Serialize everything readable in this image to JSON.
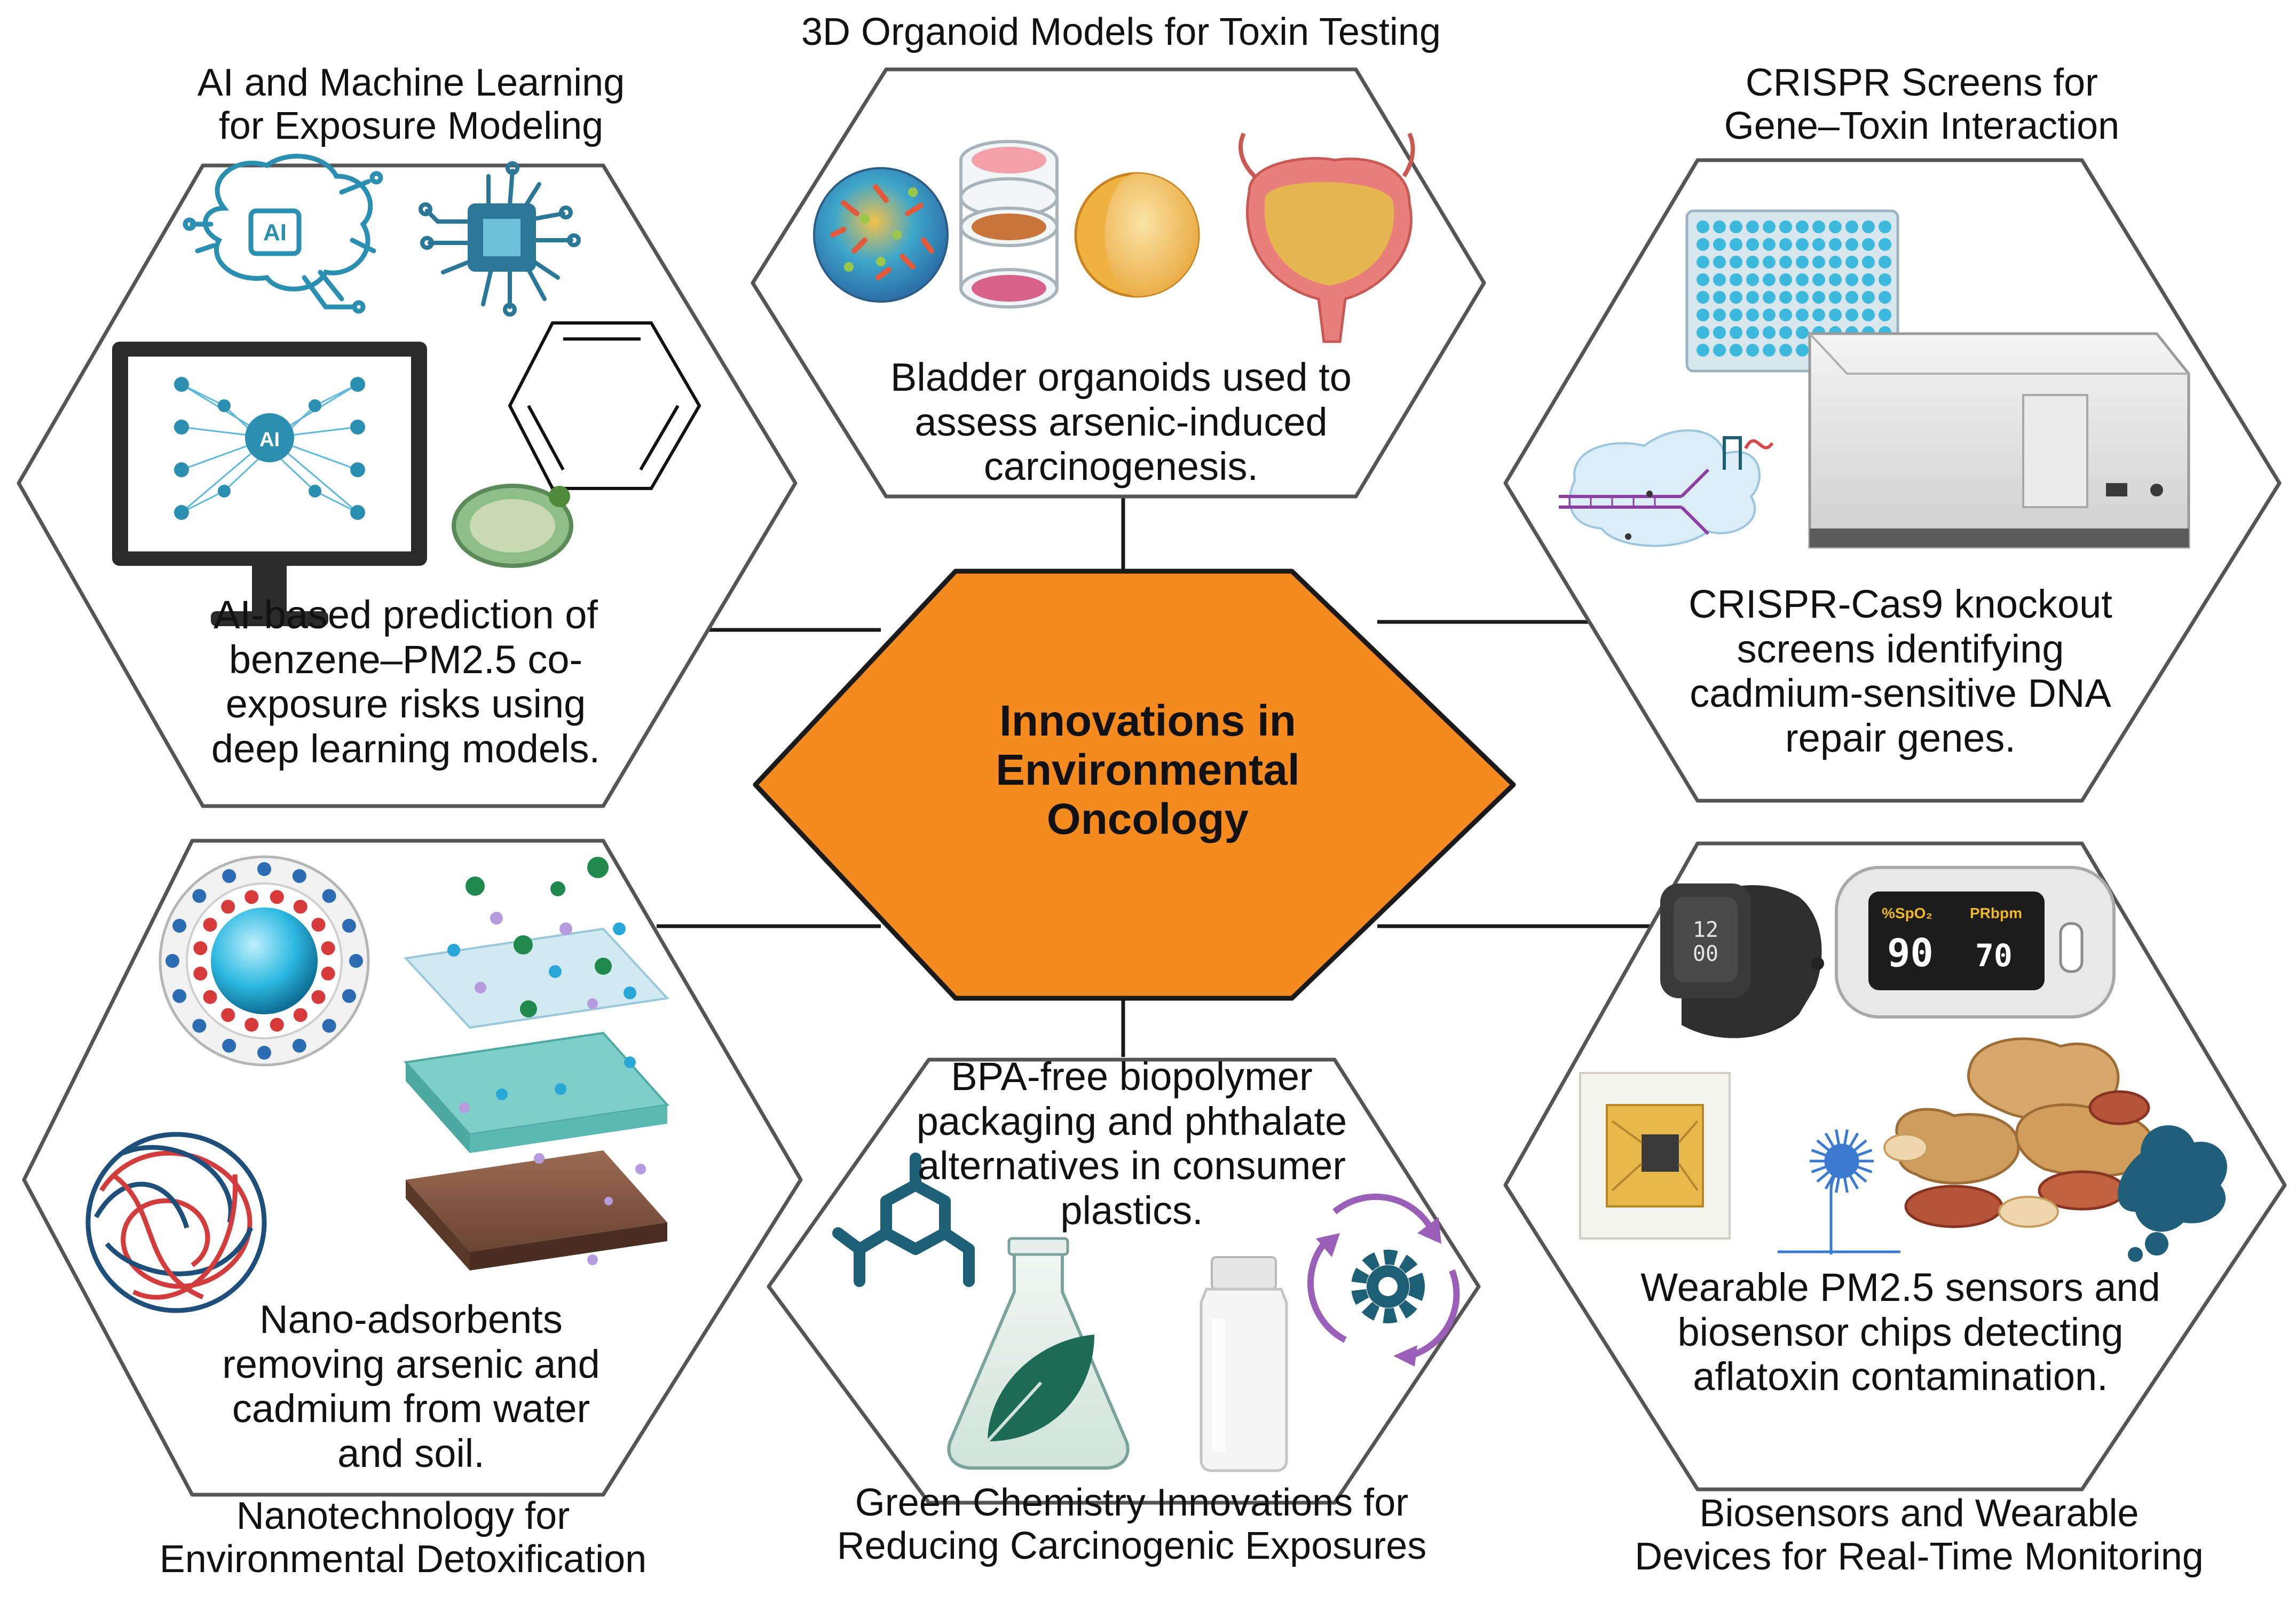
{
  "center": {
    "title_lines": [
      "Innovations in",
      "Environmental",
      "Oncology"
    ],
    "fill": "#F58A1F"
  },
  "panels": [
    {
      "id": "ai-ml",
      "title_lines": [
        "AI and Machine Learning",
        "for Exposure Modeling"
      ],
      "body_lines": [
        "AI-based prediction of",
        "benzene–PM2.5 co-",
        "exposure risks using",
        "deep learning models."
      ],
      "icons": [
        "ai-brain-circuit-icon",
        "microchip-icon",
        "computer-monitor-neural-network-icon",
        "benzene-ring-icon",
        "particulate-matter-icon"
      ],
      "screen_label": "AI",
      "brain_label": "AI"
    },
    {
      "id": "organoids",
      "title_lines": [
        "3D Organoid Models for Toxin Testing"
      ],
      "body_lines": [
        "Bladder organoids used to",
        "assess arsenic-induced",
        "carcinogenesis."
      ],
      "icons": [
        "organoid-sphere-icon",
        "stacked-culture-dishes-icon",
        "organoid-cross-section-icon",
        "bladder-icon"
      ]
    },
    {
      "id": "crispr",
      "title_lines": [
        "CRISPR Screens for",
        "Gene–Toxin Interaction"
      ],
      "body_lines": [
        "CRISPR-Cas9 knockout",
        "screens identifying",
        "cadmium-sensitive DNA",
        "repair genes."
      ],
      "icons": [
        "well-plate-icon",
        "plate-reader-instrument-icon",
        "crispr-cas9-dna-icon"
      ]
    },
    {
      "id": "nano",
      "title_lines": [
        "Nanotechnology for",
        "Environmental Detoxification"
      ],
      "body_lines": [
        "Nano-adsorbents",
        "removing arsenic and",
        "cadmium from water",
        "and soil."
      ],
      "icons": [
        "charged-nanoparticle-icon",
        "nanofiber-ball-icon",
        "filtration-layers-icon"
      ]
    },
    {
      "id": "green",
      "title_lines": [
        "Green Chemistry Innovations for",
        "Reducing Carcinogenic Exposures"
      ],
      "body_lines": [
        "BPA-free biopolymer",
        "packaging and phthalate",
        "alternatives in consumer",
        "plastics."
      ],
      "icons": [
        "molecule-structure-icon",
        "leaf-flask-icon",
        "plastic-bottle-icon",
        "recycle-gear-icon"
      ]
    },
    {
      "id": "wearables",
      "title_lines": [
        "Biosensors and Wearable",
        "Devices for Real-Time Monitoring"
      ],
      "body_lines": [
        "Wearable PM2.5 sensors and",
        "biosensor chips detecting",
        "aflatoxin contamination."
      ],
      "icons": [
        "smartwatch-icon",
        "pulse-oximeter-icon",
        "biosensor-chip-icon",
        "mold-spore-icon",
        "peanuts-icon",
        "fungus-icon"
      ],
      "watch_time": [
        "12",
        "00"
      ],
      "oximeter": {
        "spo2_label": "%SpO₂",
        "pr_label": "PRbpm",
        "spo2_value": "90",
        "pr_value": "70"
      }
    }
  ],
  "colors": {
    "outline": "#555555",
    "connector": "#1a1a1a",
    "accent_teal": "#2a8fb0",
    "dark_teal": "#1d5f74"
  }
}
